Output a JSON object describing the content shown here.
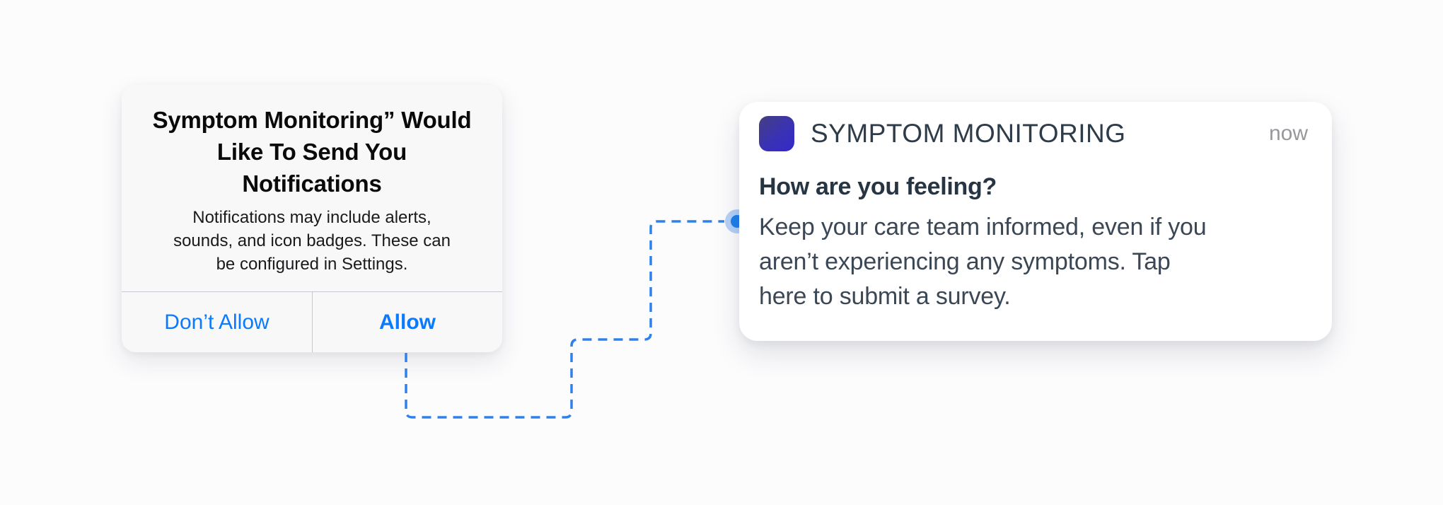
{
  "permission_dialog": {
    "title": "Symptom Monitoring” Would\nLike To Send You\nNotifications",
    "body": "Notifications may include alerts,\nsounds, and icon badges. These can\nbe configured in Settings.",
    "buttons": {
      "deny_label": "Don’t Allow",
      "allow_label": "Allow"
    },
    "accent_color": "#0a7aff"
  },
  "notification": {
    "app_name": "SYMPTOM MONITORING",
    "timestamp": "now",
    "title": "How are you feeling?",
    "body": "Keep your care team informed, even if you\naren’t experiencing any symptoms. Tap\nhere to submit a survey.",
    "icon_gradient_start": "#453f7e",
    "icon_gradient_end": "#3329cb"
  },
  "connector": {
    "line_color": "#2e81ec",
    "dot_color": "#1e7ff0",
    "halo_color": "rgba(47,128,237,0.35)"
  }
}
